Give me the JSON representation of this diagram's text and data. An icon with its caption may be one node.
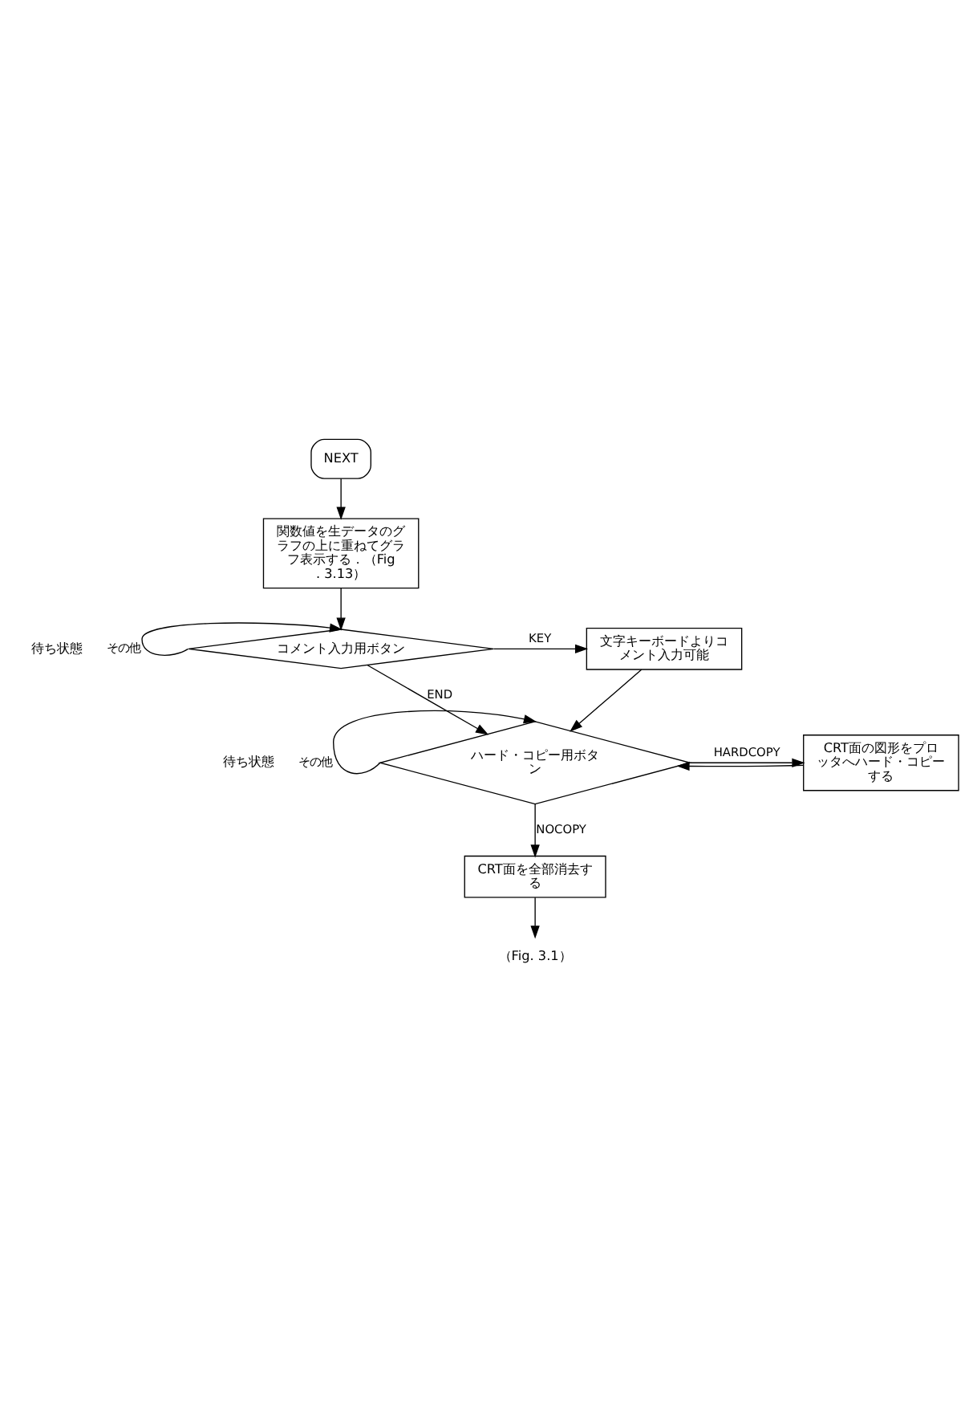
{
  "diagram": {
    "nodes": [
      {
        "text": [
          "NEXT"
        ]
      },
      {
        "text": [
          "関数値を生データのグラフの上に重ねてグラフ表示する．（Fig. 3.13）"
        ]
      },
      {
        "text": [
          "コメント入力用ボタン"
        ]
      },
      {
        "text": [
          "文字キーボードよりコメント入力可能"
        ]
      },
      {
        "text": [
          "ハード・コピー用ボタン"
        ]
      },
      {
        "text": [
          "CRT面の図形をプロッタへハード・コピーする"
        ]
      },
      {
        "text": [
          "CRT面を全部消去する"
        ]
      },
      {
        "text": [
          "（Fig. 3.1）"
        ]
      }
    ],
    "edges": [
      {
        "from": 0,
        "to": 1,
        "arrow": "to"
      },
      {
        "from": 1,
        "to": 2,
        "arrow": "to"
      },
      {
        "from": 2,
        "to": 2,
        "label": "その他",
        "arrow": "to"
      },
      {
        "from": 2,
        "to": 3,
        "label": "KEY",
        "arrow": "to"
      },
      {
        "from": 2,
        "to": 4,
        "label": "END",
        "arrow": "to"
      },
      {
        "from": 3,
        "to": 4,
        "arrow": "to"
      },
      {
        "from": 4,
        "to": 4,
        "label": "その他",
        "arrow": "to"
      },
      {
        "from": 4,
        "to": 5,
        "label": "HARDCOPY",
        "arrow": "to"
      },
      {
        "from": 5,
        "to": 4,
        "arrow": "to"
      },
      {
        "from": 4,
        "to": 6,
        "label": "NOCOPY",
        "arrow": "to"
      },
      {
        "from": 6,
        "to": 7,
        "arrow": "to"
      }
    ],
    "labels": [
      "待ち状態",
      "待ち状態"
    ]
  }
}
